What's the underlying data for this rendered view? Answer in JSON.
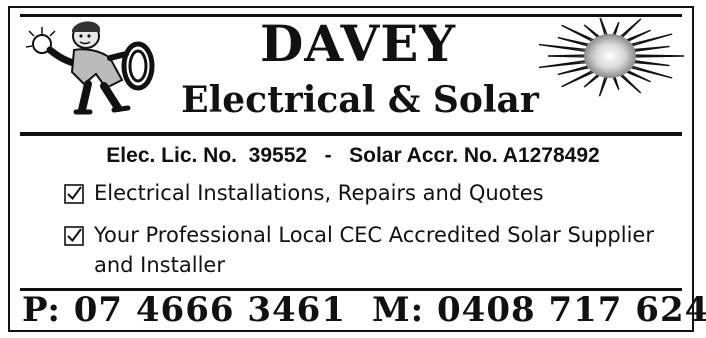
{
  "brand": {
    "name": "DAVEY",
    "tagline": "Electrical & Solar"
  },
  "licence": {
    "elec": "Elec. Lic. No.  39552",
    "separator": "-",
    "solar": "Solar Accr. No. A1278492"
  },
  "services": [
    {
      "text": "Electrical Installations, Repairs and Quotes"
    },
    {
      "text": "Your Professional Local CEC Accredited Solar Supplier and Installer"
    }
  ],
  "contact": {
    "phone": "P: 07 4666 3461",
    "mobile": "M: 0408 717 624"
  },
  "icons": {
    "mascot": "electrician-mascot-icon",
    "sun": "sun-icon",
    "check": "checkbox-checked-icon"
  },
  "colors": {
    "ink": "#111111",
    "background": "#ffffff"
  }
}
